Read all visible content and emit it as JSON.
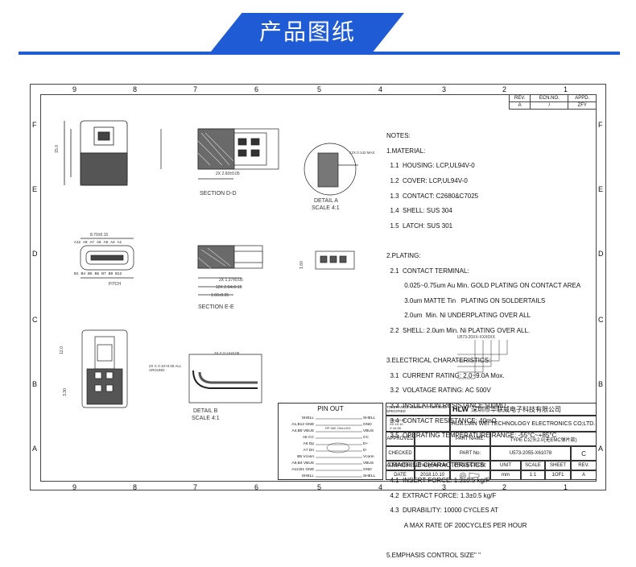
{
  "banner": {
    "title": "产品图纸",
    "accent": "#1f5bd4"
  },
  "grid": {
    "columns": [
      "9",
      "8",
      "7",
      "6",
      "5",
      "4",
      "3",
      "2",
      "1"
    ],
    "rows": [
      "F",
      "E",
      "D",
      "C",
      "B",
      "A"
    ]
  },
  "revision": {
    "headers": [
      "REV.",
      "ECN.NO.",
      "APPD."
    ],
    "row": [
      "A",
      "/",
      "ZFY"
    ]
  },
  "views": {
    "section_dd": "SECTION D-D",
    "section_ee": "SECTION E-E",
    "detail_a": "DETAIL A",
    "detail_a_scale": "SCALE 4:1",
    "detail_b": "DETAIL B",
    "detail_b_scale": "SCALE 4:1",
    "pitch": "PITCH"
  },
  "dimensions": {
    "d1": "8.70±0.15",
    "d2": "2X 2.60±0.05",
    "d3": "2X 1.37±0.05",
    "d4": "12X 2.64±0.10",
    "d5": "1.60±0.05",
    "d6": "2X C 0.10+0.05 ALL AROUND",
    "d7": "12X 0.142 MAX",
    "d8": "2X C 0.13±0.05",
    "h1": "15.0",
    "h2": "12.0",
    "h3": "3.30",
    "h4": "1.60"
  },
  "pins_top": [
    "A12",
    "A9",
    "A7",
    "A6",
    "A5",
    "A4",
    "A1"
  ],
  "pins_bottom": [
    "B1",
    "B4",
    "B5",
    "B6",
    "B7",
    "B9",
    "B12"
  ],
  "notes": {
    "title": "NOTES:",
    "lines": [
      "1.MATERIAL:",
      "  1.1  HOUSING: LCP,UL94V-0",
      "  1.2  COVER: LCP,UL94V-0",
      "  1.3  CONTACT: C2680&C7025",
      "  1.4  SHELL: SUS 304",
      "  1.5  LATCH: SUS 301",
      "",
      "2.PLATING:",
      "  2.1  CONTACT TERMINAL:",
      "          0.025~0.75um Au Min. GOLD PLATING ON CONTACT AREA",
      "          3.0um MATTE Tin   PLATING ON SOLDERTAILS",
      "          2.0um  Min. Ni UNDERPLATING OVER ALL",
      "  2.2  SHELL: 2.0um Min. Ni PLATING OVER ALL.",
      "",
      "3.ELECTRICAL CHARATERISTICS:",
      "  3.1  CURRENT RATING: 2.0~9.0A Mox.",
      "  3.2  VOLATAGE RATING: AC 500V",
      "  3.3  INSULATION RESISTANCE:500MΩ",
      "  3.4  CONTACT RESISTANCE: 40mΩ",
      "  3.5  OPERATING TEMPERATURE RANGE: -55°C~+85°C",
      "",
      "4.MACHINE CHARACTERISTICS:",
      "  4.1  INSERT FORCE: 1.3±0.5 kg/F",
      "  4.2  EXTRACT FORCE: 1.3±0.5 kg/F",
      "  4.3  DURABILITY: 10000 CYCLES AT",
      "          A MAX RATE OF 200CYCLES PER HOUR",
      "",
      "5.EMPHASIS CONTROL SIZE\" \""
    ]
  },
  "part_code_label": "U573-20XX-XXX0XX",
  "pin_out": {
    "title": "PIN OUT",
    "left": [
      "SHELL",
      "A1,B12 GND",
      "A4,B9 VBUS",
      "A5 CC",
      "A6 Dp",
      "A7 Dn",
      "B5 Vconn",
      "A9,B4 VBUS",
      "A12,B1 GND",
      "SHELL"
    ],
    "right": [
      "SHELL",
      "GND",
      "VBUS",
      "CC",
      "D+",
      "D-",
      "Vconn",
      "VBUS",
      "GND",
      "SHELL"
    ],
    "note": "RP 56K Ohm±5%"
  },
  "tolerance": {
    "title": "TOLERANCE UNLESS OTHERWISE SPECIFIED",
    "rows": [
      ".XXX ±0.05",
      ".XX ±0.10",
      ".X ±0.30"
    ]
  },
  "title_block": {
    "company_cn": "深圳市华联威电子科技有限公司",
    "company_en": "HUA LIAN WEI TECHNOLOGY ELECTRONICS CO;LTD.",
    "logo": "HLW",
    "approved": "APPROVED",
    "checked": "CHECKED",
    "drawed": "DRAWED",
    "drawer": "ZhangFenYan",
    "date_label": "DATE",
    "date": "2018.10.10",
    "part_name_label": "PART NAME:",
    "part_name": "TYPE C公头2.0(无EMC弹片款)",
    "part_no_label": "PART No:",
    "part_no": "U573-2055-X61078",
    "size": "C",
    "projection": "PROJECTION:",
    "unit_label": "UNIT",
    "unit": "mm",
    "scale_label": "SCALE",
    "scale": "1:1",
    "sheet_label": "SHEET",
    "sheet": "1OF1",
    "rev_label": "REV.",
    "rev": "A"
  }
}
